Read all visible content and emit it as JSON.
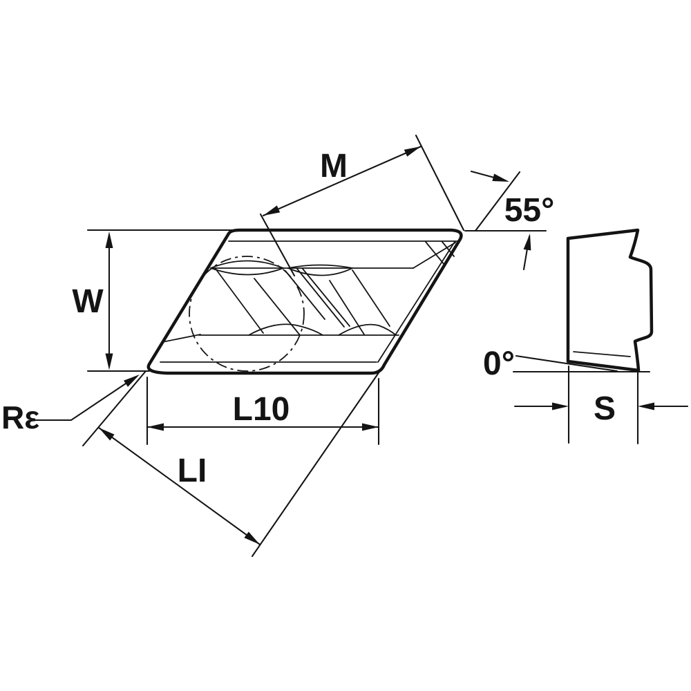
{
  "figure": {
    "type": "technical-drawing",
    "subject": "55-degree parallelogram cutting insert, plan view and side view",
    "background_color": "#ffffff",
    "line_color": "#141414",
    "views": [
      "plan-view",
      "side-view"
    ]
  },
  "labels": {
    "m": "M",
    "corner_angle": "55°",
    "w": "W",
    "l10": "L10",
    "li": "LI",
    "corner_radius": "Rε",
    "clearance_angle": "0°",
    "thickness": "S"
  }
}
